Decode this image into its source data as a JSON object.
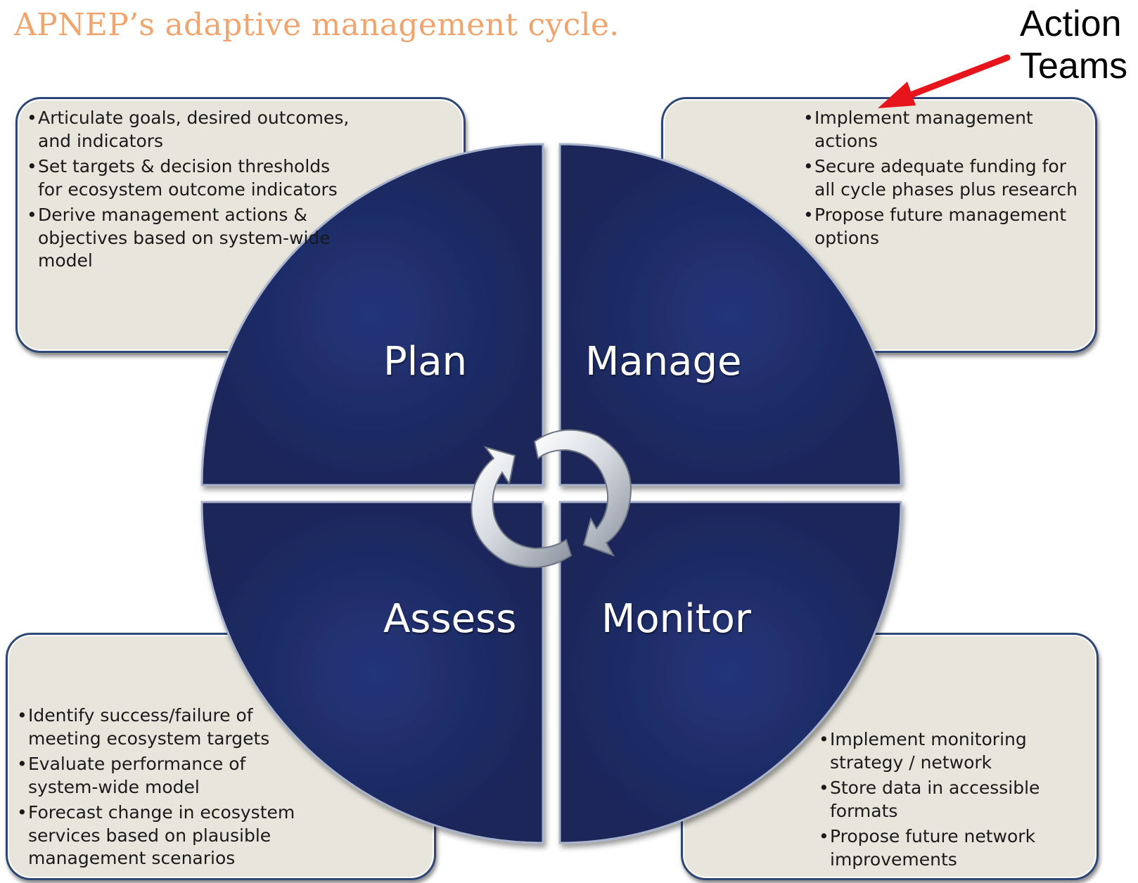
{
  "title": "APNEP’s adaptive management cycle.",
  "annotation": {
    "line1": "Action",
    "line2": "Teams",
    "arrow_color": "#E8141B"
  },
  "colors": {
    "wheel": "#1E2D64",
    "box_fill": "#E8E6DC",
    "box_border": "#2F4776",
    "title": "#F0A56E"
  },
  "quadrants": {
    "plan": "Plan",
    "manage": "Manage",
    "assess": "Assess",
    "monitor": "Monitor"
  },
  "boxes": {
    "plan": [
      "Articulate goals, desired outcomes, and indicators",
      "Set targets & decision thresholds for ecosystem outcome indicators",
      "Derive management actions & objectives based on system-wide model"
    ],
    "manage": [
      "Implement management actions",
      "Secure adequate funding for all cycle phases plus research",
      "Propose future management options"
    ],
    "assess": [
      "Identify  success/failure of meeting ecosystem targets",
      "Evaluate performance of system-wide model",
      "Forecast change in ecosystem services based on plausible management scenarios"
    ],
    "monitor": [
      " Implement monitoring strategy / network",
      "Store data in accessible formats",
      "Propose future network improvements"
    ]
  },
  "center_icon": "cycle-arrows-icon"
}
